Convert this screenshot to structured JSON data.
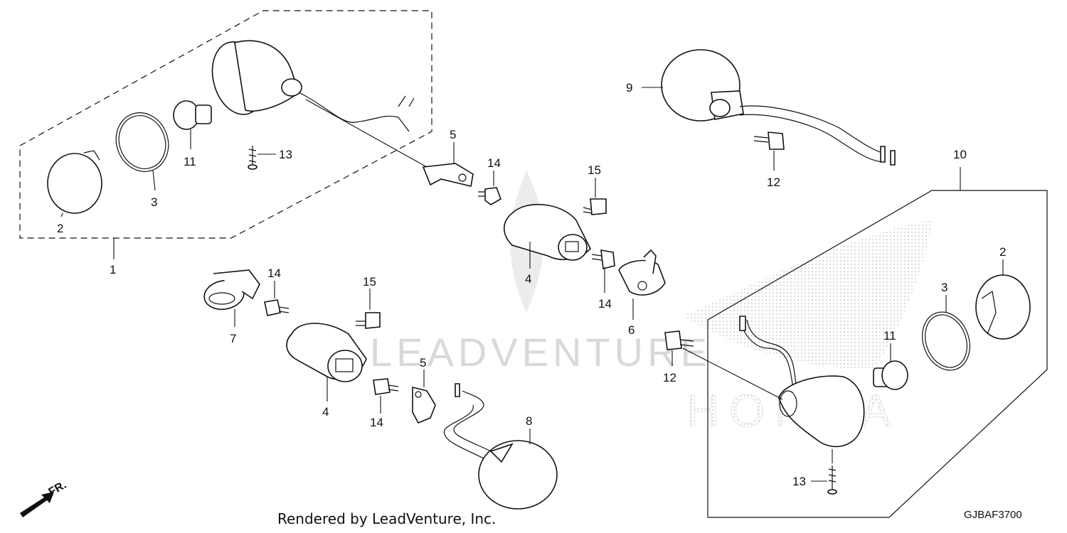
{
  "callouts": {
    "c1": "1",
    "c2a": "2",
    "c3a": "3",
    "c11a": "11",
    "c13a": "13",
    "c5a": "5",
    "c14a": "14",
    "c15a": "15",
    "c4a": "4",
    "c14b": "14",
    "c6": "6",
    "c9": "9",
    "c12a": "12",
    "c10": "10",
    "c7": "7",
    "c14c": "14",
    "c15b": "15",
    "c4b": "4",
    "c5b": "5",
    "c14d": "14",
    "c8": "8",
    "c12b": "12",
    "c2b": "2",
    "c3b": "3",
    "c11b": "11",
    "c13b": "13"
  },
  "front_marker": "FR.",
  "watermark": "LEADVENTURE",
  "watermark_brand": "HONDA",
  "footer": "Rendered by LeadVenture, Inc.",
  "diagram_code": "GJBAF3700"
}
